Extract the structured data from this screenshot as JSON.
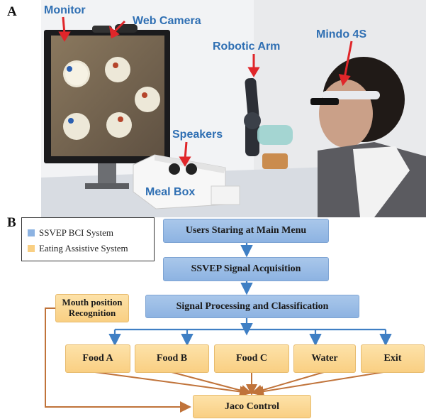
{
  "panel_a": {
    "letter": "A",
    "labels": {
      "monitor": "Monitor",
      "web_camera": "Web Camera",
      "robotic_arm": "Robotic Arm",
      "mindo": "Mindo 4S",
      "speakers": "Speakers",
      "meal_box": "Meal Box"
    }
  },
  "panel_b": {
    "letter": "B",
    "legend": {
      "items": [
        {
          "label": "SSVEP BCI System",
          "color": "#8db3e2"
        },
        {
          "label": "Eating Assistive System",
          "color": "#f9cf83"
        }
      ]
    },
    "flow": {
      "step1": "Users Staring at Main Menu",
      "step2": "SSVEP Signal Acquisition",
      "step3": "Signal Processing and Classification",
      "mouth": "Mouth position Recognition",
      "options": [
        "Food A",
        "Food B",
        "Food C",
        "Water",
        "Exit"
      ],
      "jaco": "Jaco Control"
    }
  },
  "colors": {
    "label_blue": "#2f6fb3",
    "arrow_red": "#e0262a",
    "flow_blue": "#3f7fc4",
    "flow_orange": "#c0733a"
  }
}
